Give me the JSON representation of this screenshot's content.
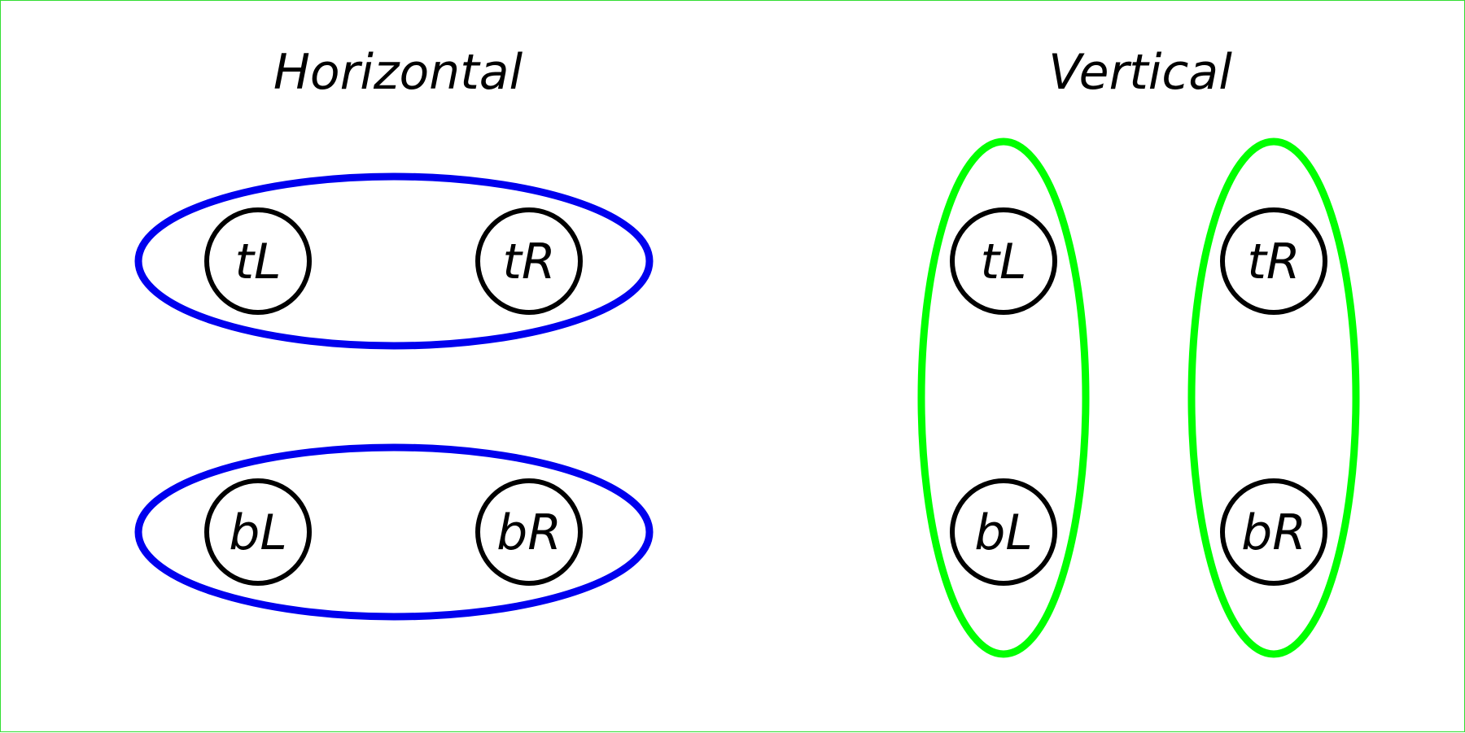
{
  "panels": {
    "horizontal": {
      "title": "Horizontal",
      "group_color": "#0000ee",
      "rows": [
        {
          "nodes": [
            "tL",
            "tR"
          ]
        },
        {
          "nodes": [
            "bL",
            "bR"
          ]
        }
      ]
    },
    "vertical": {
      "title": "Vertical",
      "group_color": "#00ff00",
      "columns": [
        {
          "nodes": [
            "tL",
            "bL"
          ]
        },
        {
          "nodes": [
            "tR",
            "bR"
          ]
        }
      ]
    }
  }
}
